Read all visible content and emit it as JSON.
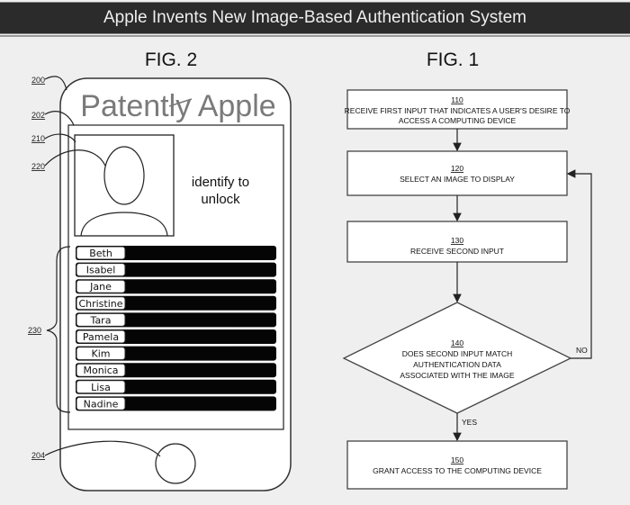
{
  "header": {
    "title": "Apple Invents New Image-Based Authentication System"
  },
  "fig2": {
    "title": "FIG. 2",
    "watermark": "Patently Apple",
    "prompt_line1": "identify to",
    "prompt_line2": "unlock",
    "refs": {
      "device": "200",
      "screen": "202",
      "image": "210",
      "face": "220",
      "list": "230",
      "button": "204"
    },
    "names": [
      "Beth",
      "Isabel",
      "Jane",
      "Christine",
      "Tara",
      "Pamela",
      "Kim",
      "Monica",
      "Lisa",
      "Nadine"
    ]
  },
  "fig1": {
    "title": "FIG. 1",
    "steps": [
      {
        "num": "110",
        "line1": "RECEIVE FIRST INPUT THAT INDICATES A USER'S DESIRE TO",
        "line2": "ACCESS A COMPUTING DEVICE"
      },
      {
        "num": "120",
        "line1": "SELECT AN IMAGE TO DISPLAY"
      },
      {
        "num": "130",
        "line1": "RECEIVE SECOND INPUT"
      },
      {
        "num": "140",
        "line1": "DOES SECOND INPUT MATCH",
        "line2": "AUTHENTICATION DATA",
        "line3": "ASSOCIATED WITH THE IMAGE"
      },
      {
        "num": "150",
        "line1": "GRANT ACCESS TO THE COMPUTING DEVICE"
      }
    ],
    "no_label": "NO",
    "yes_label": "YES"
  }
}
